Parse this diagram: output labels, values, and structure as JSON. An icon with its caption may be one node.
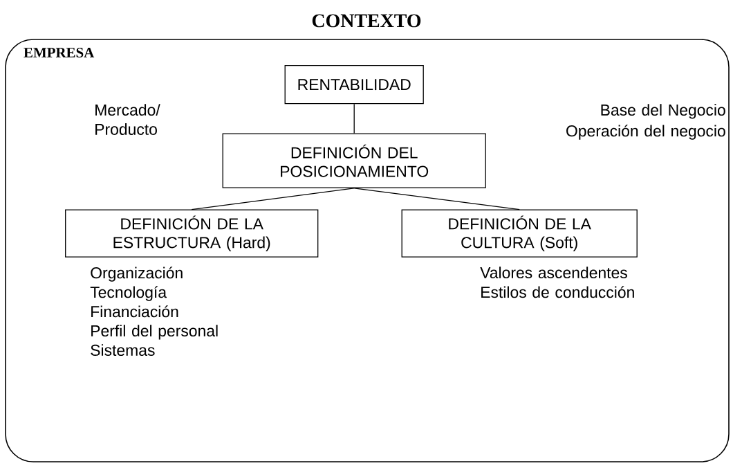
{
  "diagram": {
    "title": "CONTEXTO",
    "nodes": [
      {
        "text": [
          "EMPRESA"
        ]
      },
      {
        "text": [
          "RENTABILIDAD"
        ],
        "in": 0
      },
      {
        "text": [
          "DEFINICIÓN DEL POSICIONAMIENTO"
        ],
        "in": 0,
        "beside": [
          "Mercado/ Producto",
          "Base del Negocio",
          "Operación del negocio"
        ]
      },
      {
        "text": [
          "DEFINICIÓN DE LA ESTRUCTURA (Hard)"
        ],
        "in": 0,
        "beside": [
          "Organización",
          "Tecnología",
          "Financiación",
          "Perfil del personal",
          "Sistemas"
        ]
      },
      {
        "text": [
          "DEFINICIÓN DE LA CULTURA (Soft)"
        ],
        "in": 0,
        "beside": [
          "Valores ascendentes",
          "Estilos de conducción"
        ]
      }
    ],
    "edges": [
      {
        "from": 1,
        "to": 2,
        "arrow": "none"
      },
      {
        "from": 2,
        "to": 3,
        "arrow": "none"
      },
      {
        "from": 2,
        "to": 4,
        "arrow": "none"
      }
    ]
  }
}
